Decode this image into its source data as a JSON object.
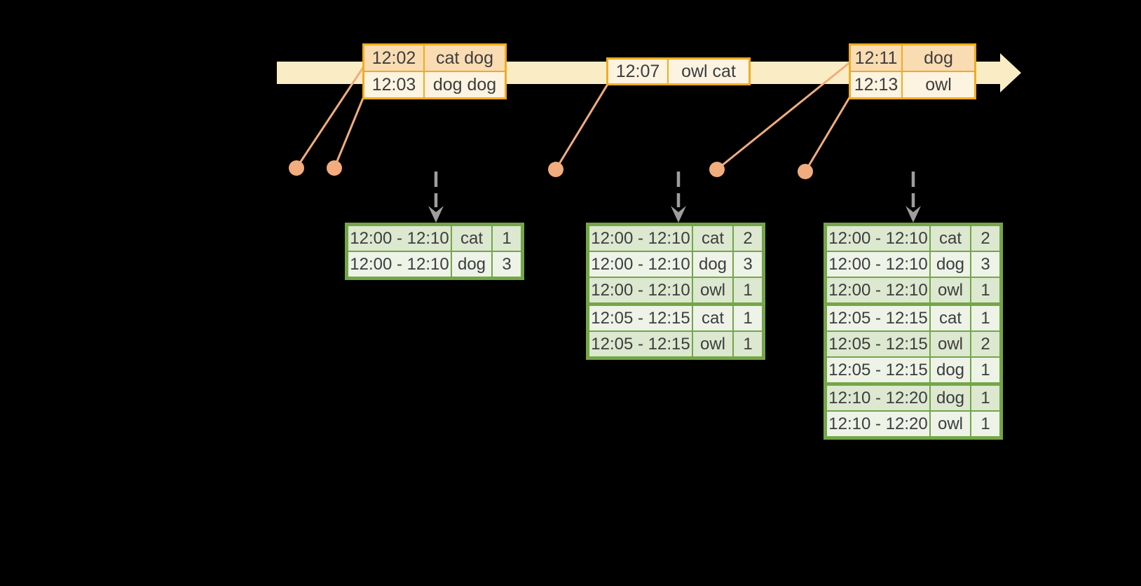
{
  "colors": {
    "background": "#000000",
    "timeline-band": "#FAEDC6",
    "event-border": "#F0AC1E",
    "event-row-dark": "#FADCB3",
    "event-row-light": "#FDF3E1",
    "connector": "#F2AC7D",
    "trigger-arrow": "#9E9E9E",
    "result-border": "#74A647",
    "result-row-dark": "#DCE8D0",
    "result-row-light": "#EEF3E8",
    "cell-text": "#3D3D3D"
  },
  "event_tables": [
    {
      "rows": [
        {
          "time": "12:02",
          "words": "cat dog",
          "shade": "dark"
        },
        {
          "time": "12:03",
          "words": "dog dog",
          "shade": "light"
        }
      ]
    },
    {
      "rows": [
        {
          "time": "12:07",
          "words": "owl cat",
          "shade": "light"
        }
      ]
    },
    {
      "rows": [
        {
          "time": "12:11",
          "words": "dog",
          "shade": "dark"
        },
        {
          "time": "12:13",
          "words": "owl",
          "shade": "light"
        }
      ]
    }
  ],
  "result_tables": [
    {
      "groups": [
        [
          {
            "window": "12:00 - 12:10",
            "word": "cat",
            "count": "1"
          },
          {
            "window": "12:00 - 12:10",
            "word": "dog",
            "count": "3"
          }
        ]
      ]
    },
    {
      "groups": [
        [
          {
            "window": "12:00 - 12:10",
            "word": "cat",
            "count": "2"
          },
          {
            "window": "12:00 - 12:10",
            "word": "dog",
            "count": "3"
          },
          {
            "window": "12:00 - 12:10",
            "word": "owl",
            "count": "1"
          }
        ],
        [
          {
            "window": "12:05 - 12:15",
            "word": "cat",
            "count": "1"
          },
          {
            "window": "12:05 - 12:15",
            "word": "owl",
            "count": "1"
          }
        ]
      ]
    },
    {
      "groups": [
        [
          {
            "window": "12:00 - 12:10",
            "word": "cat",
            "count": "2"
          },
          {
            "window": "12:00 - 12:10",
            "word": "dog",
            "count": "3"
          },
          {
            "window": "12:00 - 12:10",
            "word": "owl",
            "count": "1"
          }
        ],
        [
          {
            "window": "12:05 - 12:15",
            "word": "cat",
            "count": "1"
          },
          {
            "window": "12:05 - 12:15",
            "word": "owl",
            "count": "2"
          },
          {
            "window": "12:05 - 12:15",
            "word": "dog",
            "count": "1"
          }
        ],
        [
          {
            "window": "12:10 - 12:20",
            "word": "dog",
            "count": "1"
          },
          {
            "window": "12:10 - 12:20",
            "word": "owl",
            "count": "1"
          }
        ]
      ]
    }
  ]
}
